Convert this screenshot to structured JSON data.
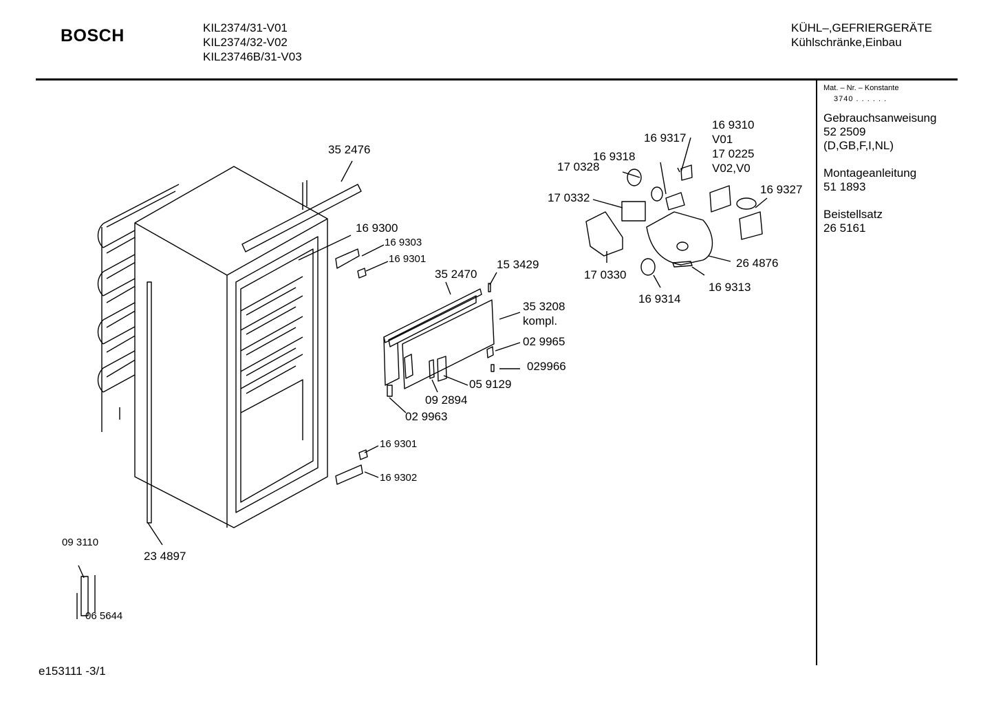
{
  "header": {
    "brand": "BOSCH",
    "models": [
      "KIL2374/31-V01",
      "KIL2374/32-V02",
      "KIL23746B/31-V03"
    ],
    "category": [
      "KÜHL–,GEFRIERGERÄTE",
      "Kühlschränke,Einbau"
    ]
  },
  "sidebar": {
    "mat_label": "Mat. – Nr. – Konstante",
    "mat_value": "3740 . . . . . .",
    "sections": [
      {
        "title": "Gebrauchsanweisung",
        "lines": [
          "52 2509",
          "(D,GB,F,I,NL)"
        ]
      },
      {
        "title": "Montageanleitung",
        "lines": [
          "51 1893"
        ]
      },
      {
        "title": "Beistellsatz",
        "lines": [
          "26 5161"
        ]
      }
    ]
  },
  "parts": {
    "p352476": "35 2476",
    "p169300": "16 9300",
    "p169303": "16 9303",
    "p169301a": "16 9301",
    "p352470": "35 2470",
    "p153429": "15 3429",
    "p353208": "35 3208",
    "p353208b": "kompl.",
    "p029965": "02 9965",
    "p029966": "029966",
    "p059129": "05 9129",
    "p092894": "09 2894",
    "p029963": "02 9963",
    "p169301b": "16 9301",
    "p169302": "16 9302",
    "p093110": "09 3110",
    "p234897": "23 4897",
    "p065644": "06 5644",
    "p169310": "16 9310",
    "p169310v": "V01",
    "p170225": "17 0225",
    "p170225v": "V02,V0",
    "p169317": "16 9317",
    "p169318": "16 9318",
    "p170328": "17 0328",
    "p169327": "16 9327",
    "p170332": "17 0332",
    "p170330": "17 0330",
    "p264876": "26 4876",
    "p169313": "16 9313",
    "p169314": "16 9314"
  },
  "footer": {
    "code": "e153111 -3/1"
  }
}
